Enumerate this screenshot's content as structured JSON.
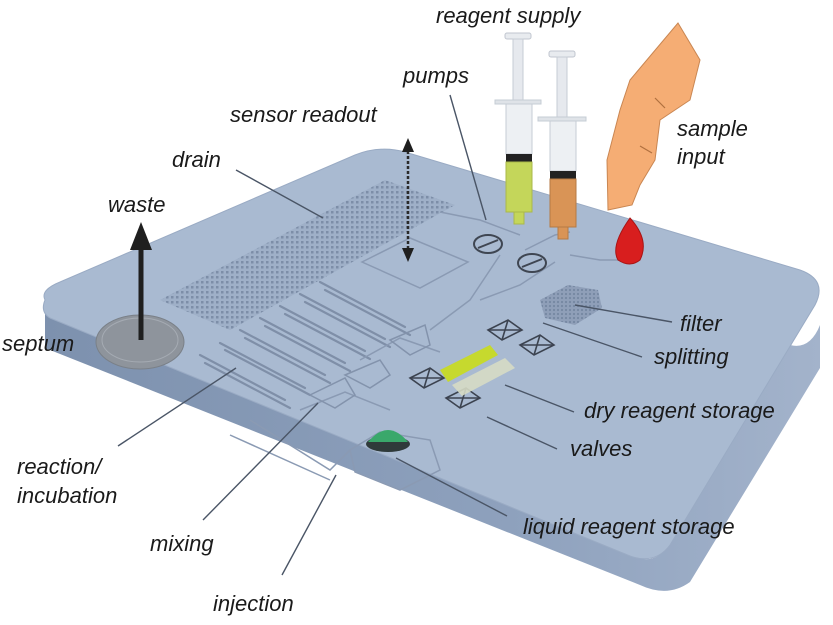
{
  "diagram": {
    "title": "Lab-on-a-chip microfluidic cartridge",
    "colors": {
      "chip_top": "#a9bad1",
      "chip_side": "#8ea1bd",
      "chip_side_dark": "#7d91ae",
      "channel": "#8a9ab3",
      "septum": "#8e949c",
      "finger": "#f5ad74",
      "blood": "#d81e1e",
      "liquid_green": "#c4d65a",
      "liquid_orange": "#d99456",
      "liquid_reagent_dome": "#3aa86b",
      "dry_reagent_yellow": "#c9dd1c",
      "leader_line": "#4a5566",
      "label_text": "#1a1a1a"
    },
    "labels": {
      "reagent_supply": "reagent supply",
      "pumps": "pumps",
      "sensor_readout": "sensor readout",
      "sample_input_line1": "sample",
      "sample_input_line2": "input",
      "drain": "drain",
      "waste": "waste",
      "septum": "septum",
      "filter": "filter",
      "splitting": "splitting",
      "dry_reagent_storage": "dry reagent storage",
      "valves": "valves",
      "reaction_line1": "reaction/",
      "reaction_line2": "incubation",
      "mixing": "mixing",
      "liquid_reagent_storage": "liquid reagent storage",
      "injection": "injection"
    }
  }
}
